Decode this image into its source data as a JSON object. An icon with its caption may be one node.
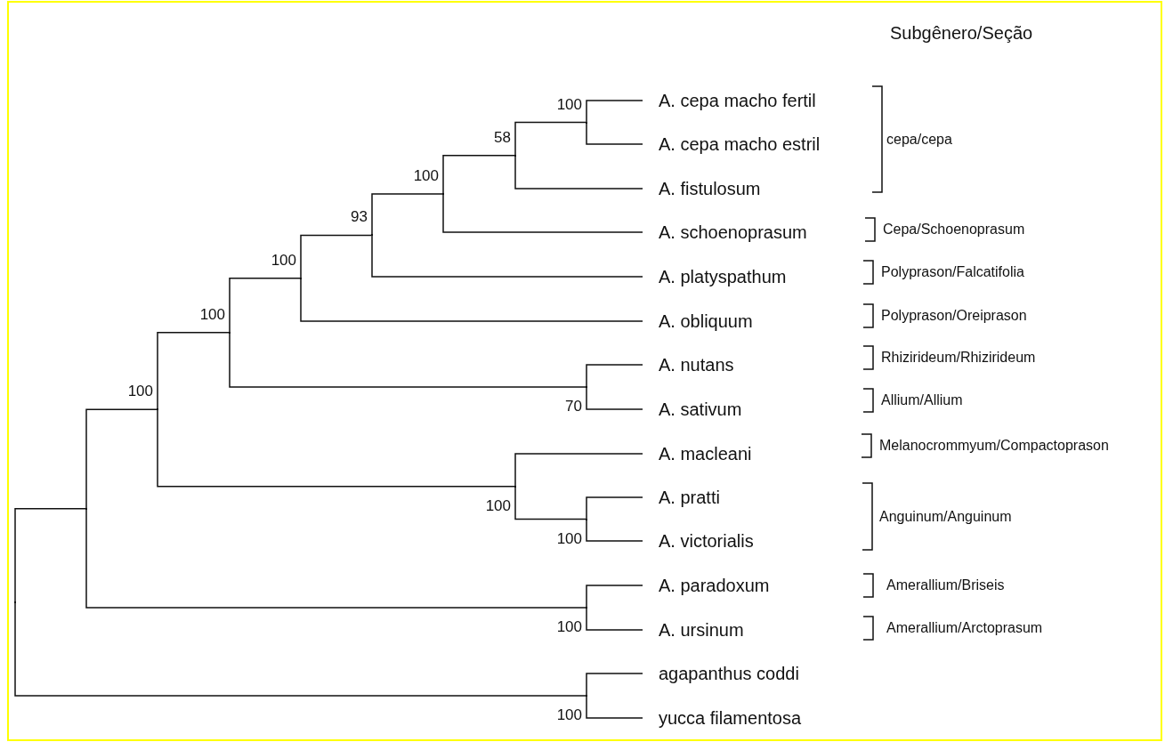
{
  "diagram": {
    "nodes": [
      {
        "text": [
          "A. cepa macho fertil"
        ]
      },
      {
        "text": [
          "A. cepa macho estril"
        ]
      },
      {
        "text": [
          "A. fistulosum"
        ]
      },
      {
        "text": [
          "A. schoenoprasum"
        ]
      },
      {
        "text": [
          "A. platyspathum"
        ]
      },
      {
        "text": [
          "A. obliquum"
        ]
      },
      {
        "text": [
          "A. nutans"
        ]
      },
      {
        "text": [
          "A. sativum"
        ]
      },
      {
        "text": [
          "A. macleani"
        ]
      },
      {
        "text": [
          "A. pratti"
        ]
      },
      {
        "text": [
          "A. victorialis"
        ]
      },
      {
        "text": [
          "A. paradoxum"
        ]
      },
      {
        "text": [
          "A. ursinum"
        ]
      },
      {
        "text": [
          "agapanthus coddi"
        ]
      },
      {
        "text": [
          "yucca filamentosa"
        ]
      },
      {
        "text": [],
        "shape": "point",
        "beside": [
          "100"
        ]
      },
      {
        "text": [],
        "shape": "point",
        "beside": [
          "58"
        ]
      },
      {
        "text": [],
        "shape": "point",
        "beside": [
          "100"
        ]
      },
      {
        "text": [],
        "shape": "point",
        "beside": [
          "93"
        ]
      },
      {
        "text": [],
        "shape": "point",
        "beside": [
          "100"
        ]
      },
      {
        "text": [],
        "shape": "point",
        "beside": [
          "70"
        ]
      },
      {
        "text": [],
        "shape": "point",
        "beside": [
          "100"
        ]
      },
      {
        "text": [],
        "shape": "point",
        "beside": [
          "100"
        ]
      },
      {
        "text": [],
        "shape": "point",
        "beside": [
          "100"
        ]
      },
      {
        "text": [],
        "shape": "point",
        "beside": [
          "100"
        ]
      },
      {
        "text": [],
        "shape": "point",
        "beside": [
          "100"
        ]
      },
      {
        "text": [],
        "shape": "point"
      },
      {
        "text": [],
        "shape": "point",
        "beside": [
          "100"
        ]
      },
      {
        "text": [],
        "shape": "point"
      }
    ],
    "edges": [
      {
        "from": 15,
        "to": 0,
        "arrow": "none"
      },
      {
        "from": 15,
        "to": 1,
        "arrow": "none"
      },
      {
        "from": 16,
        "to": 15,
        "arrow": "none"
      },
      {
        "from": 16,
        "to": 2,
        "arrow": "none"
      },
      {
        "from": 17,
        "to": 16,
        "arrow": "none"
      },
      {
        "from": 17,
        "to": 3,
        "arrow": "none"
      },
      {
        "from": 18,
        "to": 17,
        "arrow": "none"
      },
      {
        "from": 18,
        "to": 4,
        "arrow": "none"
      },
      {
        "from": 19,
        "to": 18,
        "arrow": "none"
      },
      {
        "from": 19,
        "to": 5,
        "arrow": "none"
      },
      {
        "from": 20,
        "to": 6,
        "arrow": "none"
      },
      {
        "from": 20,
        "to": 7,
        "arrow": "none"
      },
      {
        "from": 21,
        "to": 19,
        "arrow": "none"
      },
      {
        "from": 21,
        "to": 20,
        "arrow": "none"
      },
      {
        "from": 22,
        "to": 9,
        "arrow": "none"
      },
      {
        "from": 22,
        "to": 10,
        "arrow": "none"
      },
      {
        "from": 23,
        "to": 8,
        "arrow": "none"
      },
      {
        "from": 23,
        "to": 22,
        "arrow": "none"
      },
      {
        "from": 24,
        "to": 21,
        "arrow": "none"
      },
      {
        "from": 24,
        "to": 23,
        "arrow": "none"
      },
      {
        "from": 25,
        "to": 11,
        "arrow": "none"
      },
      {
        "from": 25,
        "to": 12,
        "arrow": "none"
      },
      {
        "from": 26,
        "to": 24,
        "arrow": "none"
      },
      {
        "from": 26,
        "to": 25,
        "arrow": "none"
      },
      {
        "from": 27,
        "to": 13,
        "arrow": "none"
      },
      {
        "from": 27,
        "to": 14,
        "arrow": "none"
      },
      {
        "from": 28,
        "to": 26,
        "arrow": "none"
      },
      {
        "from": 28,
        "to": 27,
        "arrow": "none"
      }
    ],
    "labels": [
      "Subgênero/Seção",
      "cepa/cepa",
      "Cepa/Schoenoprasum",
      "Polyprason/Falcatifolia",
      "Polyprason/Oreiprason",
      "Rhizirideum/Rhizirideum",
      "Allium/Allium",
      "Melanocrommyum/Compactoprason",
      "Anguinum/Anguinum",
      "Amerallium/Briseis",
      "Amerallium/Arctoprasum"
    ]
  }
}
